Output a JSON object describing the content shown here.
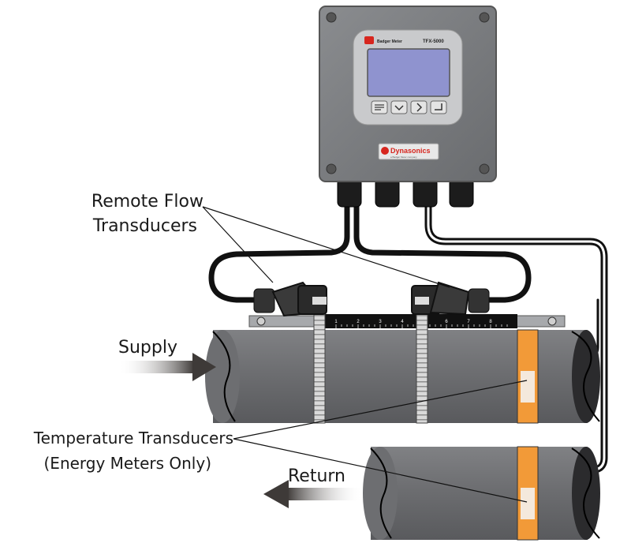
{
  "device": {
    "brand": "Badger Meter",
    "model": "TFX-5000",
    "logo_text": "Dynasonics",
    "logo_sub": "a Badger Meter company",
    "buttons": [
      "menu-icon",
      "chevron-down-icon",
      "chevron-right-icon",
      "enter-icon"
    ]
  },
  "labels": {
    "remote_flow_1": "Remote Flow",
    "remote_flow_2": "Transducers",
    "supply": "Supply",
    "return": "Return",
    "temperature_1": "Temperature Transducers",
    "temperature_2": "(Energy Meters Only)"
  },
  "ruler_ticks": [
    "1",
    "2",
    "3",
    "4",
    "5",
    "6",
    "7",
    "8"
  ],
  "colors": {
    "pipe": "#6d6e71",
    "pipe_dark": "#4d4e51",
    "enclosure": "#7b7d80",
    "lcd": "#8f93cf",
    "strap": "#f29a38",
    "arrow": "#3e3a38",
    "cable": "#111111",
    "logo_red": "#d7261e"
  }
}
